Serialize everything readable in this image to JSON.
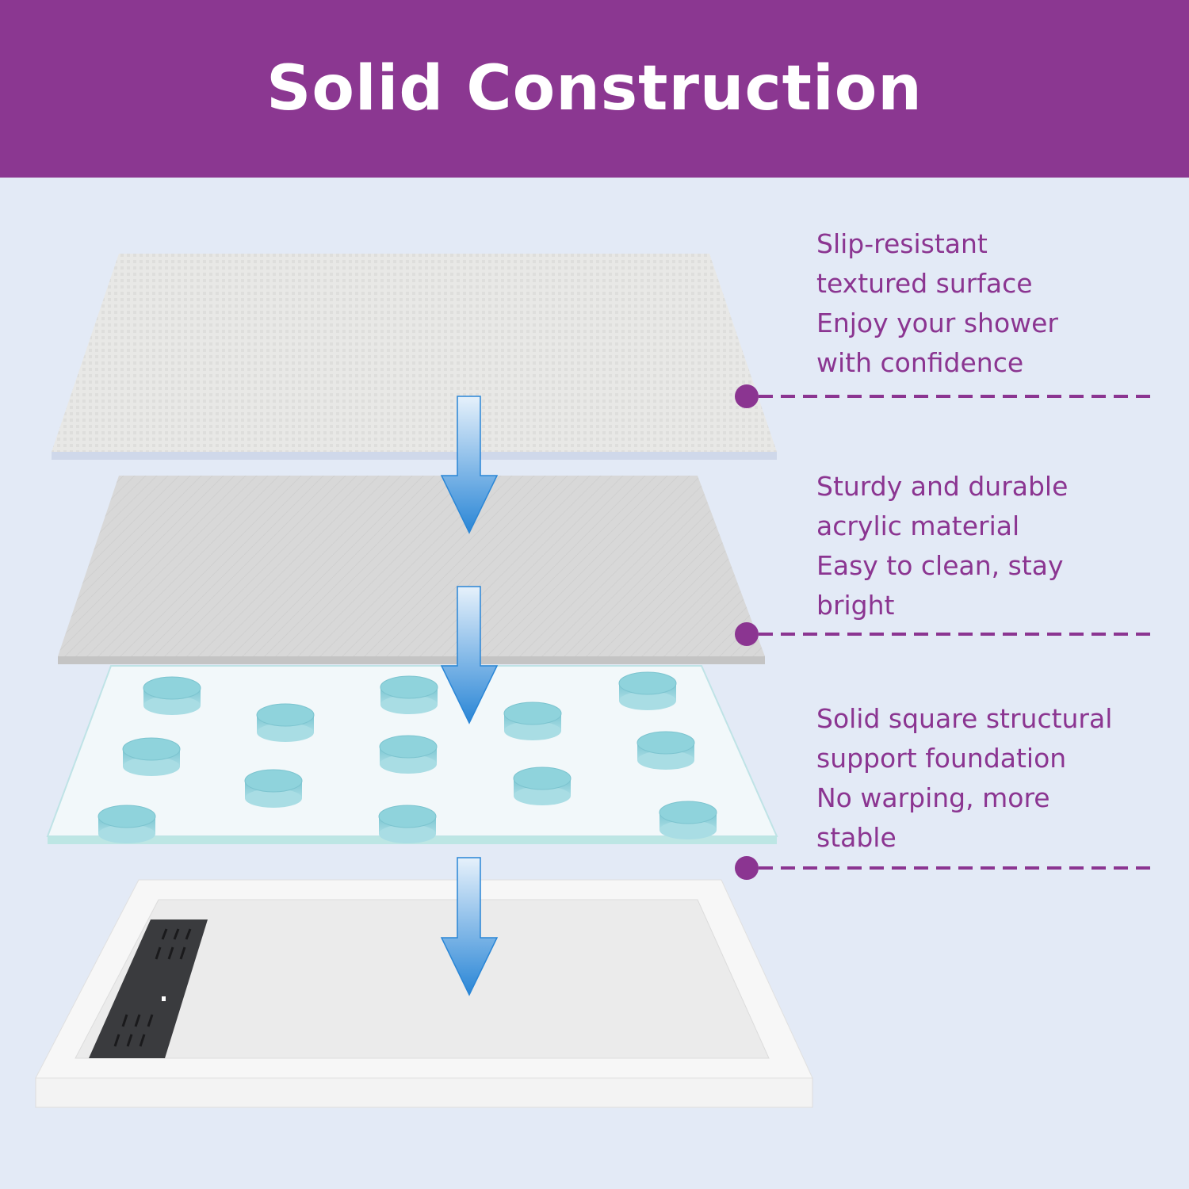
{
  "header": {
    "title": "Solid Construction"
  },
  "colors": {
    "brand": "#8b3791",
    "text": "#8b3591",
    "background": "#e3eaf6",
    "arrow": "#2a86d6",
    "puck": "#8fd3dc"
  },
  "features": [
    {
      "lines": [
        "Slip-resistant",
        "textured surface",
        "Enjoy your shower",
        "with confidence"
      ]
    },
    {
      "lines": [
        "Sturdy and durable",
        "acrylic material",
        "Easy to clean, stay",
        "bright"
      ]
    },
    {
      "lines": [
        "Solid square structural",
        "support foundation",
        "No warping, more",
        "stable"
      ]
    }
  ]
}
